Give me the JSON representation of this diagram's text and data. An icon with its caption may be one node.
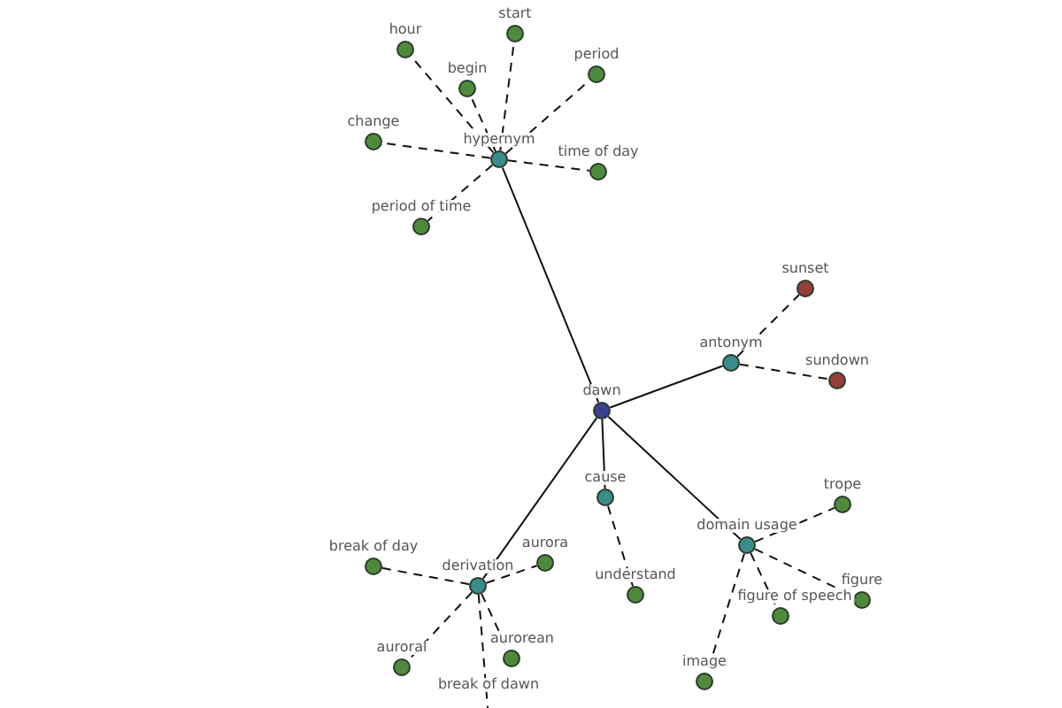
{
  "diagram": {
    "nodes": [
      {
        "text": [
          "dawn"
        ]
      },
      {
        "text": [
          "hypernym"
        ]
      },
      {
        "text": [
          "start"
        ]
      },
      {
        "text": [
          "hour"
        ]
      },
      {
        "text": [
          "begin"
        ]
      },
      {
        "text": [
          "period"
        ]
      },
      {
        "text": [
          "change"
        ]
      },
      {
        "text": [
          "time of day"
        ]
      },
      {
        "text": [
          "period of time"
        ]
      },
      {
        "text": [
          "antonym"
        ]
      },
      {
        "text": [
          "sunset"
        ]
      },
      {
        "text": [
          "sundown"
        ]
      },
      {
        "text": [
          "cause"
        ]
      },
      {
        "text": [
          "understand"
        ]
      },
      {
        "text": [
          "domain usage"
        ]
      },
      {
        "text": [
          "trope"
        ]
      },
      {
        "text": [
          "figure"
        ]
      },
      {
        "text": [
          "figure of speech"
        ]
      },
      {
        "text": [
          "image"
        ]
      },
      {
        "text": [
          "derivation"
        ]
      },
      {
        "text": [
          "break of day"
        ]
      },
      {
        "text": [
          "aurora"
        ]
      },
      {
        "text": [
          "auroral"
        ]
      },
      {
        "text": [
          "aurorean"
        ]
      },
      {
        "text": [
          "break of dawn"
        ]
      }
    ],
    "edges": [
      {
        "from": 0,
        "to": 1,
        "arrow": "none"
      },
      {
        "from": 1,
        "to": 2,
        "arrow": "none",
        "style": "dashed"
      },
      {
        "from": 1,
        "to": 3,
        "arrow": "none",
        "style": "dashed"
      },
      {
        "from": 1,
        "to": 4,
        "arrow": "none",
        "style": "dashed"
      },
      {
        "from": 1,
        "to": 5,
        "arrow": "none",
        "style": "dashed"
      },
      {
        "from": 1,
        "to": 6,
        "arrow": "none",
        "style": "dashed"
      },
      {
        "from": 1,
        "to": 7,
        "arrow": "none",
        "style": "dashed"
      },
      {
        "from": 1,
        "to": 8,
        "arrow": "none",
        "style": "dashed"
      },
      {
        "from": 0,
        "to": 9,
        "arrow": "none"
      },
      {
        "from": 9,
        "to": 10,
        "arrow": "none",
        "style": "dashed"
      },
      {
        "from": 9,
        "to": 11,
        "arrow": "none",
        "style": "dashed"
      },
      {
        "from": 0,
        "to": 12,
        "arrow": "none"
      },
      {
        "from": 12,
        "to": 13,
        "arrow": "none",
        "style": "dashed"
      },
      {
        "from": 0,
        "to": 14,
        "arrow": "none"
      },
      {
        "from": 14,
        "to": 15,
        "arrow": "none",
        "style": "dashed"
      },
      {
        "from": 14,
        "to": 16,
        "arrow": "none",
        "style": "dashed"
      },
      {
        "from": 14,
        "to": 17,
        "arrow": "none",
        "style": "dashed"
      },
      {
        "from": 14,
        "to": 18,
        "arrow": "none",
        "style": "dashed"
      },
      {
        "from": 0,
        "to": 19,
        "arrow": "none"
      },
      {
        "from": 19,
        "to": 20,
        "arrow": "none",
        "style": "dashed"
      },
      {
        "from": 19,
        "to": 21,
        "arrow": "none",
        "style": "dashed"
      },
      {
        "from": 19,
        "to": 22,
        "arrow": "none",
        "style": "dashed"
      },
      {
        "from": 19,
        "to": 23,
        "arrow": "none",
        "style": "dashed"
      },
      {
        "from": 19,
        "to": 24,
        "arrow": "none",
        "style": "dashed"
      }
    ]
  }
}
